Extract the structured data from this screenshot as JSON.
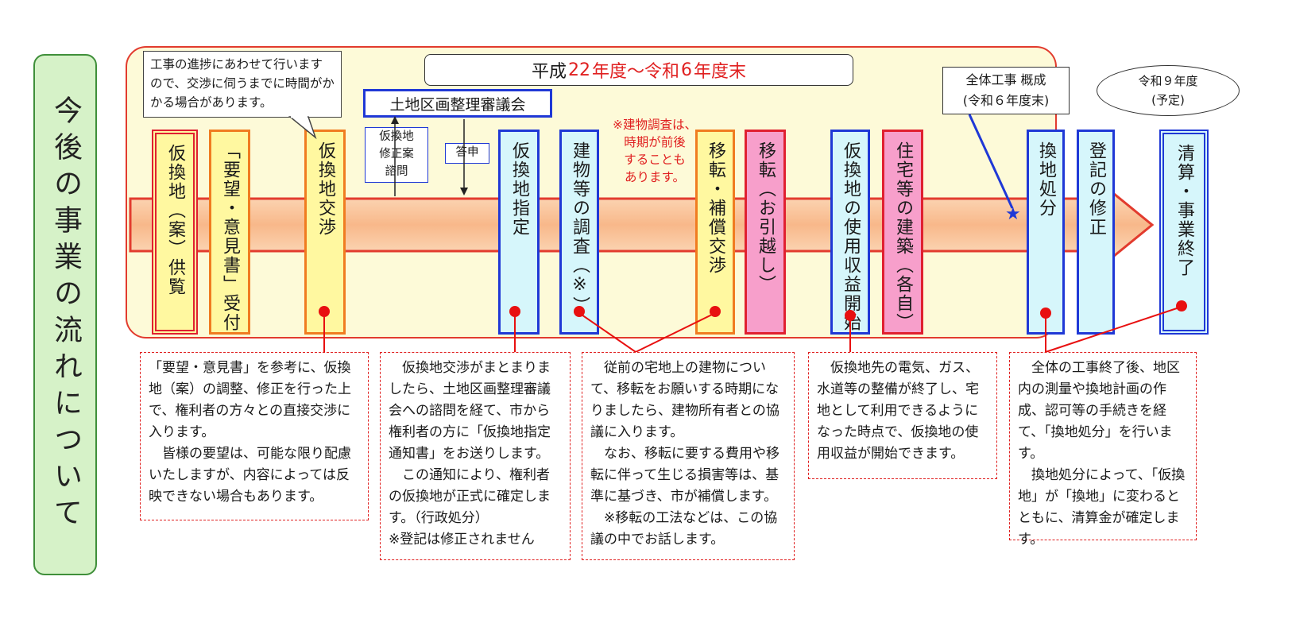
{
  "title": "今後の事業の流れについて",
  "period": {
    "pre": "平成",
    "start_year": "22",
    "mid1": "年度～令和",
    "end_year": "6",
    "mid2": "年度末"
  },
  "callout": "工事の進捗にあわせて行いますので、交渉に伺うまでに時間がかかる場合があります。",
  "council": "土地区画整理審議会",
  "consult_label": "仮換地\n修正案\n諮問",
  "answer_label": "答申",
  "building_note": "※建物調査は、\n時期が前後\nすることも\nあります。",
  "completion": {
    "line1": "全体工事 概成",
    "line2": "(令和６年度末)"
  },
  "final_year": {
    "line1": "令和９年度",
    "line2": "(予定)"
  },
  "steps": [
    {
      "id": "s1",
      "label": "仮換地（案）供覧"
    },
    {
      "id": "s2",
      "label": "「要望・意見書」受付"
    },
    {
      "id": "s3",
      "label": "仮換地交渉"
    },
    {
      "id": "s4",
      "label": "仮換地指定"
    },
    {
      "id": "s5",
      "label": "建物等の調査（※）"
    },
    {
      "id": "s6",
      "label": "移転・補償交渉"
    },
    {
      "id": "s7",
      "label": "移転（お引越し）"
    },
    {
      "id": "s8",
      "label": "仮換地の使用収益開始"
    },
    {
      "id": "s9",
      "label": "住宅等の建築（各自）"
    },
    {
      "id": "s10",
      "label": "換地処分"
    },
    {
      "id": "s11",
      "label": "登記の修正"
    },
    {
      "id": "s12",
      "label": "清算・事業終了"
    }
  ],
  "descriptions": {
    "d1": [
      "「要望・意見書」を参考に、仮換地（案）の調整、修正を行った上で、権利者の方々との直接交渉に入ります。",
      "　皆様の要望は、可能な限り配慮いたしますが、内容によっては反映できない場合もあります。"
    ],
    "d2": [
      "　仮換地交渉がまとまりましたら、土地区画整理審議会への諮問を経て、市から権利者の方に「仮換地指定通知書」をお送りします。",
      "　この通知により、権利者の仮換地が正式に確定します。（行政処分）",
      "※登記は修正されません"
    ],
    "d3": [
      "　従前の宅地上の建物について、移転をお願いする時期になりましたら、建物所有者との協議に入ります。",
      "　なお、移転に要する費用や移転に伴って生じる損害等は、基準に基づき、市が補償します。",
      "　※移転の工法などは、この協議の中でお話します。"
    ],
    "d4": [
      "　仮換地先の電気、ガス、水道等の整備が終了し、宅地として利用できるようになった時点で、仮換地の使用収益が開始できます。"
    ],
    "d5": [
      "　全体の工事終了後、地区内の測量や換地計画の作成、認可等の手続きを経て、「換地処分」を行います。",
      "　換地処分によって、「仮換地」が「換地」に変わるとともに、清算金が確定します。"
    ]
  },
  "colors": {
    "red": "#e02020",
    "blue": "#1f38d6",
    "yellow": "#fff8a0",
    "cyan": "#d6f6fb",
    "pink": "#f79fcb",
    "green": "#d6f2c8"
  }
}
